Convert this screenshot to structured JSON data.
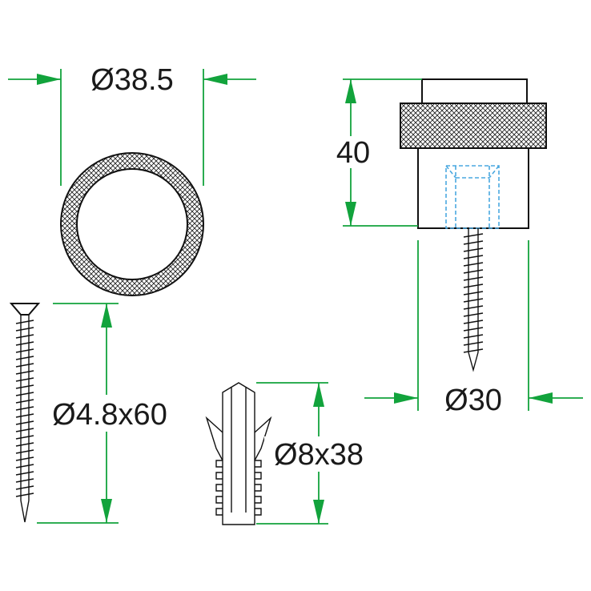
{
  "dimensions": {
    "outer_ring_diameter": "Ø38.5",
    "height": "40",
    "base_diameter": "Ø30",
    "screw_size": "Ø4.8x60",
    "plug_size": "Ø8x38"
  },
  "colors": {
    "dimension_lines": "#12a33c",
    "part_outline": "#111111",
    "hidden_lines": "#4aa8e0"
  }
}
